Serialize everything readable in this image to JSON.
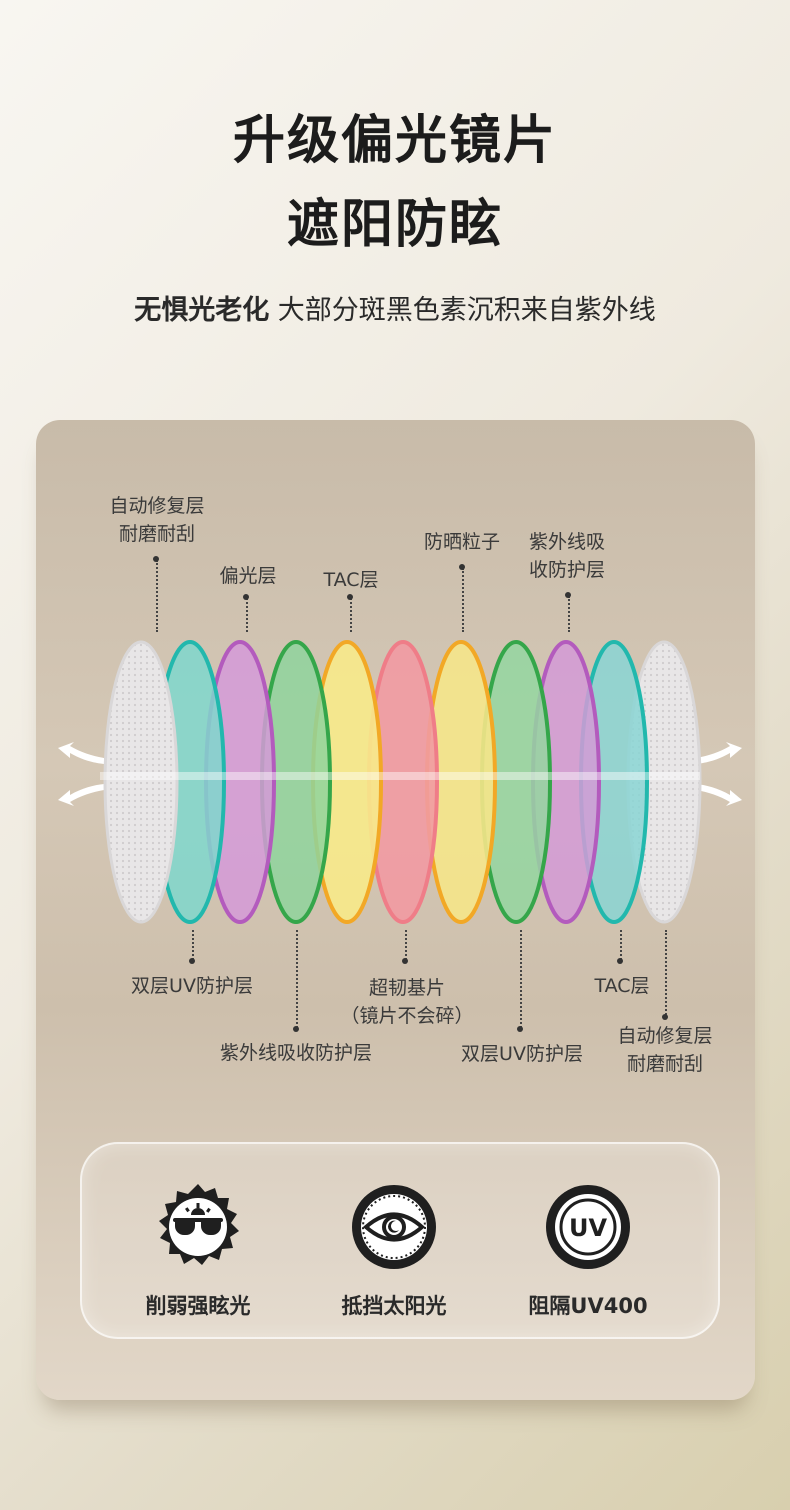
{
  "header": {
    "title_line1": "升级偏光镜片",
    "title_line2": "遮阳防眩",
    "subtitle_bold": "无惧光老化",
    "subtitle_rest": " 大部分斑黑色素沉积来自紫外线"
  },
  "layers_top": {
    "l1_line1": "自动修复层",
    "l1_line2": "耐磨耐刮",
    "l2": "偏光层",
    "l3": "TAC层",
    "l4": "防晒粒子",
    "l5_line1": "紫外线吸",
    "l5_line2": "收防护层"
  },
  "layers_bottom": {
    "b1": "双层UV防护层",
    "b2": "紫外线吸收防护层",
    "b3_line1": "超韧基片",
    "b3_line2": "（镜片不会碎）",
    "b4": "双层UV防护层",
    "b5": "TAC层",
    "b6_line1": "自动修复层",
    "b6_line2": "耐磨耐刮"
  },
  "features": [
    {
      "label": "削弱强眩光",
      "icon": "sunglasses-sun-icon"
    },
    {
      "label": "抵挡太阳光",
      "icon": "eye-shield-icon"
    },
    {
      "label": "阻隔UV400",
      "icon": "uv-badge-icon"
    }
  ],
  "colors": {
    "title": "#1c1c1c",
    "icon_dark": "#1f1f1f",
    "lens_colors": [
      "#e9e7e8",
      "#7fd7cc",
      "#d59ad8",
      "#8fd39c",
      "#f7ea8a",
      "#f19aa2",
      "#f5e58a",
      "#94d6a0",
      "#d49ad6",
      "#8ad5d3",
      "#ecebec"
    ]
  }
}
